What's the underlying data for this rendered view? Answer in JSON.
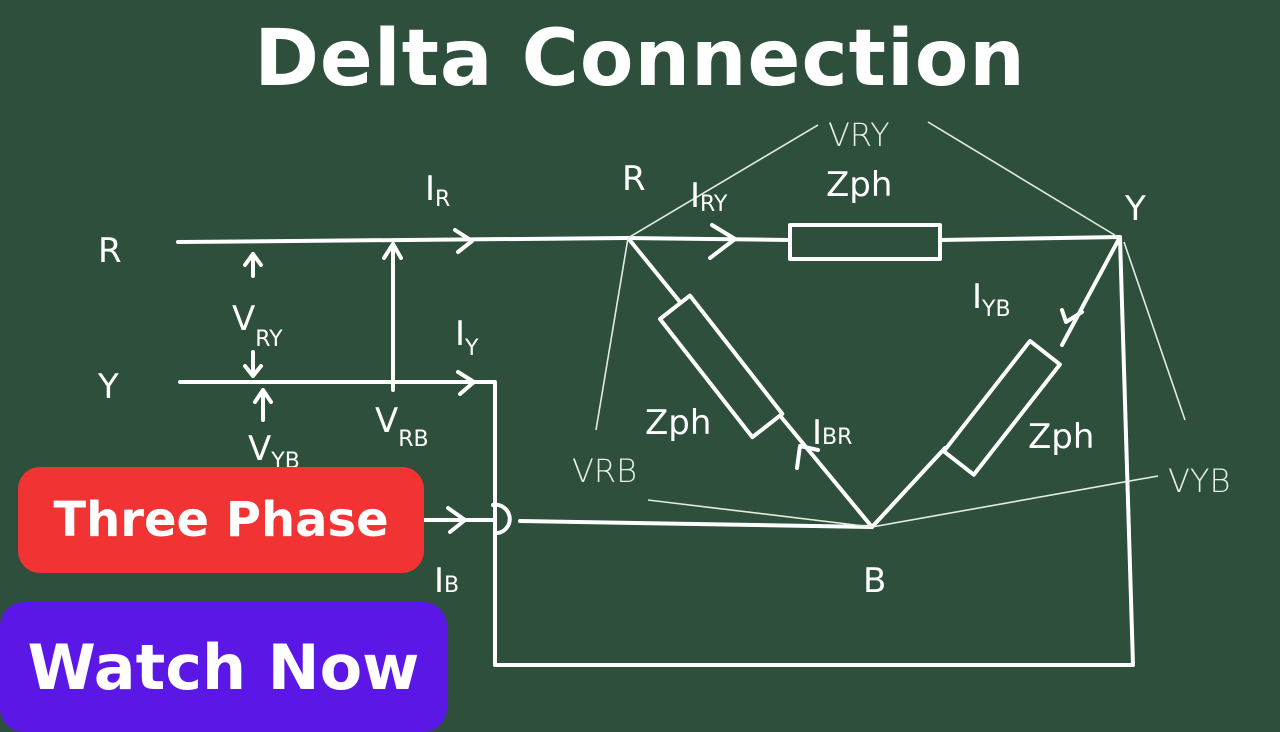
{
  "title": "Delta Connection",
  "badges": {
    "topic": "Three Phase",
    "cta": "Watch Now"
  },
  "colors": {
    "background": "#2d4f3c",
    "topic_badge": "#f23333",
    "cta_badge": "#5a17e6"
  },
  "diagram": {
    "lines": {
      "r": "R",
      "y": "Y"
    },
    "currents": {
      "ir": "I",
      "ir_sub": "R",
      "iy": "I",
      "iy_sub": "Y",
      "ib": "I",
      "ib_sub": "B"
    },
    "voltages_left": {
      "vry": "V",
      "vry_sub": "RY",
      "vyb": "V",
      "vyb_sub": "YB",
      "vrb": "V",
      "vrb_sub": "RB"
    },
    "nodes": {
      "r": "R",
      "y": "Y",
      "b": "B"
    },
    "phase_currents": {
      "iry": "I",
      "iry_sub": "RY",
      "iyb": "I",
      "iyb_sub": "YB",
      "ibr": "I",
      "ibr_sub": "BR"
    },
    "impedance": "Zph",
    "line_voltages": {
      "vry": "VRY",
      "vrb": "VRB",
      "vyb": "VYB"
    }
  }
}
